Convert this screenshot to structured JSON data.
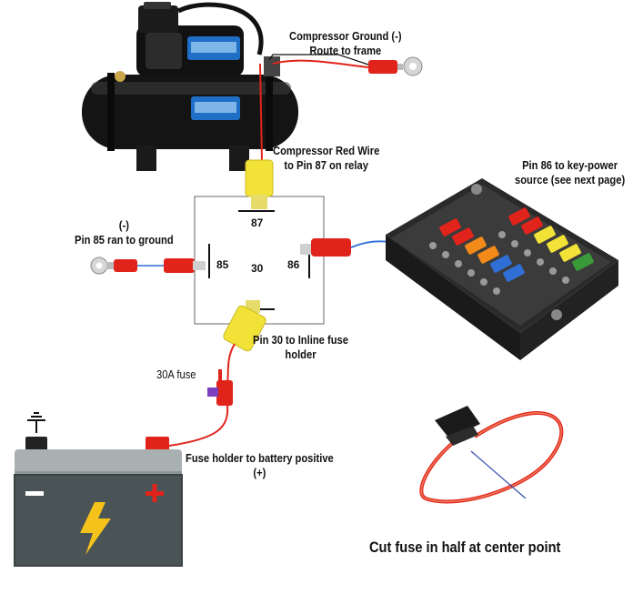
{
  "labels": {
    "compressor_ground_l1": "Compressor Ground (-)",
    "compressor_ground_l2": "Route to frame",
    "compressor_red_l1": "Compressor Red Wire",
    "compressor_red_l2": "to Pin 87 on relay",
    "pin86_l1": "Pin 86 to key-power",
    "pin86_l2": "source (see next page)",
    "pin85_l1": "(-)",
    "pin85_l2": "Pin 85 ran to ground",
    "pin30_l1": "Pin 30 to Inline fuse",
    "pin30_l2": "holder",
    "fuse_30a": "30A fuse",
    "battery_l1": "Fuse holder to battery positive",
    "battery_l2": "(+)",
    "cut_fuse": "Cut fuse in half at center point"
  },
  "relay": {
    "pin87": "87",
    "pin85": "85",
    "pin30": "30",
    "pin86": "86"
  },
  "battery": {
    "minus": "−",
    "plus": "+"
  },
  "colors": {
    "wire_red": "#e0241b",
    "wire_blue": "#2f6fd6",
    "terminal_yellow": "#f2e238",
    "terminal_red": "#e0241b",
    "battery_body": "#4a5356",
    "battery_top": "#a9b0b2",
    "fuse_panel": "#2a2a2a"
  },
  "icons": [
    "compressor-icon",
    "ring-terminal-icon",
    "spade-terminal-icon",
    "fuse-block-icon",
    "battery-icon",
    "ground-symbol-icon",
    "lightning-bolt-icon",
    "inline-fuse-holder-icon"
  ]
}
